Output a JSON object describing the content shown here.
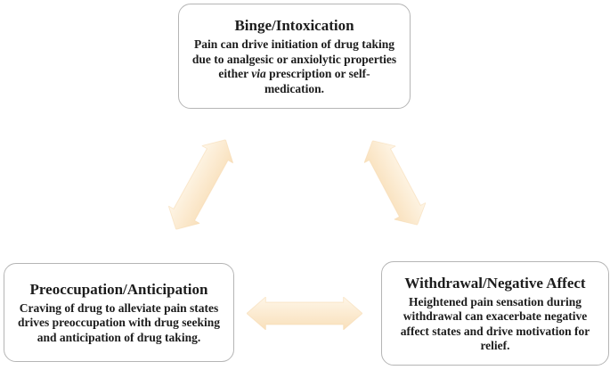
{
  "boxes": {
    "top": {
      "title": "Binge/Intoxication",
      "lines": [
        "Pain can drive initiation of drug taking",
        "due to analgesic or anxiolytic properties"
      ],
      "line3_pre": "either ",
      "line3_italic": "via",
      "line3_post": " prescription or self-",
      "line4": "medication."
    },
    "left": {
      "title": "Preoccupation/Anticipation",
      "lines": [
        "Craving of drug to alleviate pain states",
        "drives preoccupation with drug seeking",
        "and anticipation of drug taking."
      ]
    },
    "right": {
      "title": "Withdrawal/Negative Affect",
      "lines": [
        "Heightened pain sensation during",
        "withdrawal can exacerbate negative",
        "affect states and drive motivation for",
        "relief."
      ]
    }
  },
  "arrows": [
    {
      "name": "double-arrow-binge-preoccupation"
    },
    {
      "name": "double-arrow-binge-withdrawal"
    },
    {
      "name": "double-arrow-preoccupation-withdrawal"
    }
  ],
  "colors": {
    "arrow_gradient_top": "#FEF6E8",
    "arrow_gradient_bottom": "#F9E0BB",
    "arrow_edge": "#F5D9AE",
    "box_border": "#b5b5b5",
    "text": "#1c1c1c",
    "background": "#ffffff"
  }
}
